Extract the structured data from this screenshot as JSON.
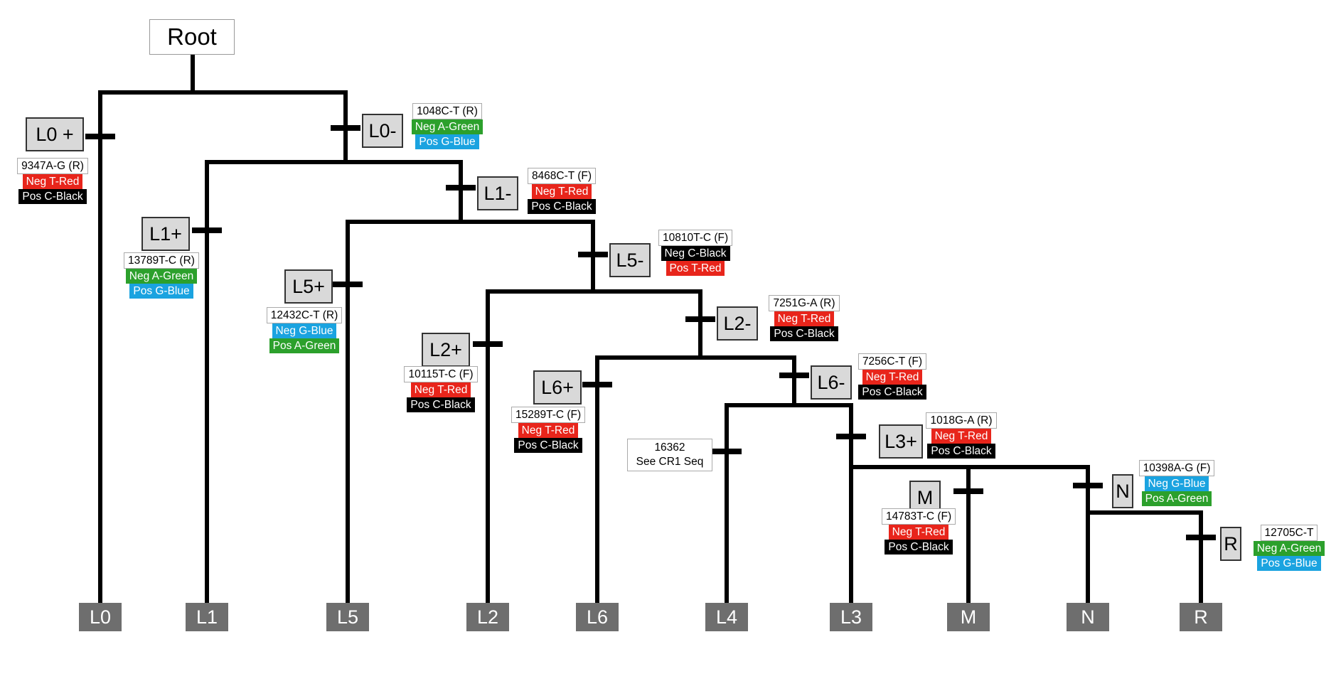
{
  "root": "Root",
  "colors": {
    "Red": "#e8251b",
    "Black": "#000000",
    "Green": "#2ca02c",
    "Blue": "#1aa3e0",
    "tag_bg": "#d9d9d9",
    "leaf_bg": "#6e6e6e"
  },
  "leaves": [
    "L0",
    "L1",
    "L5",
    "L2",
    "L6",
    "L4",
    "L3",
    "M",
    "N",
    "R"
  ],
  "branches": [
    {
      "id": "L0+",
      "tag": "L0 +",
      "mutation": "9347A-G (R)",
      "neg": "Neg T-Red",
      "neg_color": "Red",
      "pos": "Pos C-Black",
      "pos_color": "Black"
    },
    {
      "id": "L0-",
      "tag": "L0-",
      "mutation": "1048C-T (R)",
      "neg": "Neg A-Green",
      "neg_color": "Green",
      "pos": "Pos G-Blue",
      "pos_color": "Blue"
    },
    {
      "id": "L1+",
      "tag": "L1+",
      "mutation": "13789T-C (R)",
      "neg": "Neg A-Green",
      "neg_color": "Green",
      "pos": "Pos G-Blue",
      "pos_color": "Blue"
    },
    {
      "id": "L1-",
      "tag": "L1-",
      "mutation": "8468C-T (F)",
      "neg": "Neg T-Red",
      "neg_color": "Red",
      "pos": "Pos C-Black",
      "pos_color": "Black"
    },
    {
      "id": "L5+",
      "tag": "L5+",
      "mutation": "12432C-T (R)",
      "neg": "Neg G-Blue",
      "neg_color": "Blue",
      "pos": "Pos A-Green",
      "pos_color": "Green"
    },
    {
      "id": "L5-",
      "tag": "L5-",
      "mutation": "10810T-C (F)",
      "neg": "Neg C-Black",
      "neg_color": "Black",
      "pos": "Pos T-Red",
      "pos_color": "Red"
    },
    {
      "id": "L2+",
      "tag": "L2+",
      "mutation": "10115T-C (F)",
      "neg": "Neg T-Red",
      "neg_color": "Red",
      "pos": "Pos C-Black",
      "pos_color": "Black"
    },
    {
      "id": "L2-",
      "tag": "L2-",
      "mutation": "7251G-A (R)",
      "neg": "Neg T-Red",
      "neg_color": "Red",
      "pos": "Pos C-Black",
      "pos_color": "Black"
    },
    {
      "id": "L6+",
      "tag": "L6+",
      "mutation": "15289T-C (F)",
      "neg": "Neg T-Red",
      "neg_color": "Red",
      "pos": "Pos C-Black",
      "pos_color": "Black"
    },
    {
      "id": "L6-",
      "tag": "L6-",
      "mutation": "7256C-T (F)",
      "neg": "Neg T-Red",
      "neg_color": "Red",
      "pos": "Pos C-Black",
      "pos_color": "Black"
    },
    {
      "id": "L4",
      "tag": "",
      "note_lines": [
        "16362",
        "See CR1 Seq"
      ]
    },
    {
      "id": "L3+",
      "tag": "L3+",
      "mutation": "1018G-A (R)",
      "neg": "Neg T-Red",
      "neg_color": "Red",
      "pos": "Pos C-Black",
      "pos_color": "Black"
    },
    {
      "id": "M",
      "tag": "M",
      "mutation": "14783T-C (F)",
      "neg": "Neg T-Red",
      "neg_color": "Red",
      "pos": "Pos C-Black",
      "pos_color": "Black"
    },
    {
      "id": "N",
      "tag": "N",
      "mutation": "10398A-G (F)",
      "neg": "Neg G-Blue",
      "neg_color": "Blue",
      "pos": "Pos A-Green",
      "pos_color": "Green"
    },
    {
      "id": "R",
      "tag": "R",
      "mutation": "12705C-T",
      "neg": "Neg A-Green",
      "neg_color": "Green",
      "pos": "Pos G-Blue",
      "pos_color": "Blue"
    }
  ]
}
